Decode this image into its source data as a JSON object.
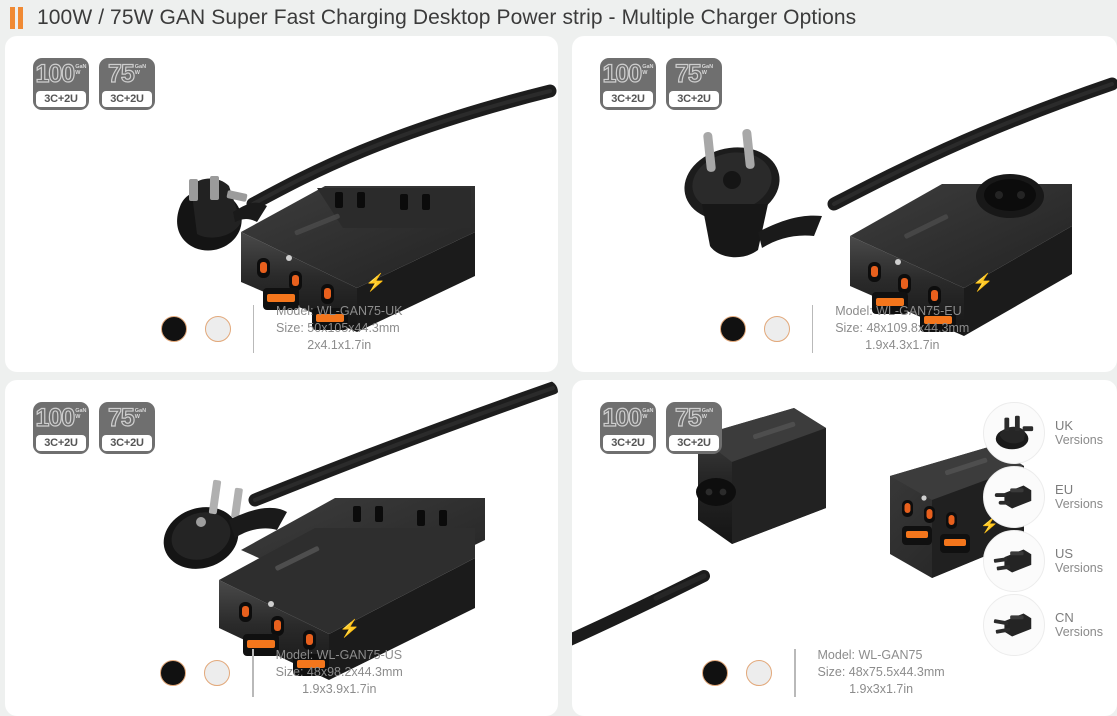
{
  "header": {
    "marker_color": "#f08a34",
    "title": "100W / 75W GAN Super Fast Charging Desktop Power strip - Multiple Charger Options"
  },
  "badge_labels": {
    "w100_value": "100",
    "w100_gan": "GaN",
    "w100_unit": "W",
    "w75_value": "75",
    "w75_gan": "GaN",
    "w75_unit": "W",
    "ports": "3C+2U"
  },
  "swatch_colors": {
    "black": "#111111",
    "white": "#ededed",
    "ring": "#e2a87a"
  },
  "cards": [
    {
      "id": "uk",
      "plug_type": "uk-plug",
      "model": "Model: WL-GAN75-UK",
      "size_mm": "Size: 50x105x44.3mm",
      "size_in": "2x4.1x1.7in"
    },
    {
      "id": "eu",
      "plug_type": "eu-plug",
      "model": "Model: WL-GAN75-EU",
      "size_mm": "Size: 48x109.8x44.3mm",
      "size_in": "1.9x4.3x1.7in"
    },
    {
      "id": "us",
      "plug_type": "us-plug",
      "model": "Model: WL-GAN75-US",
      "size_mm": "Size: 48x98.2x44.3mm",
      "size_in": "1.9x3.9x1.7in"
    },
    {
      "id": "detachable",
      "plug_type": "detachable-charger",
      "model": "Model: WL-GAN75",
      "size_mm": "Size: 48x75.5x44.3mm",
      "size_in": "1.9x3x1.7in"
    }
  ],
  "plug_options": [
    {
      "region": "UK",
      "label": "Versions",
      "icon": "uk-plug-icon"
    },
    {
      "region": "EU",
      "label": "Versions",
      "icon": "eu-plug-icon"
    },
    {
      "region": "US",
      "label": "Versions",
      "icon": "us-plug-icon"
    },
    {
      "region": "CN",
      "label": "Versions",
      "icon": "cn-plug-icon"
    }
  ]
}
